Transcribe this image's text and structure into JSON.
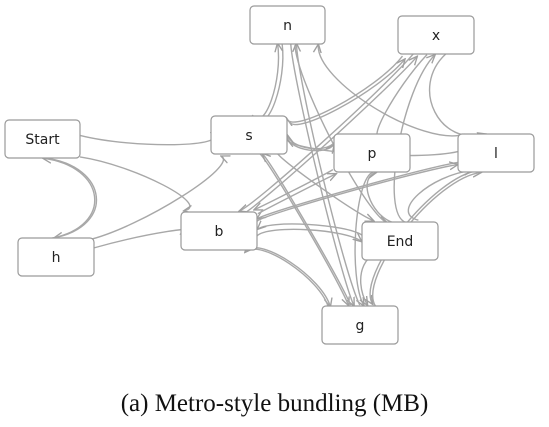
{
  "diagram": {
    "caption": "(a)  Metro-style bundling (MB)",
    "node_color": "#ffffff",
    "border_color": "#9a9a9a",
    "edge_color": "#a8a8a8",
    "nodes": [
      {
        "id": "Start",
        "label": "Start"
      },
      {
        "id": "h",
        "label": "h"
      },
      {
        "id": "n",
        "label": "n"
      },
      {
        "id": "x",
        "label": "x"
      },
      {
        "id": "s",
        "label": "s"
      },
      {
        "id": "p",
        "label": "p"
      },
      {
        "id": "l",
        "label": "l"
      },
      {
        "id": "b",
        "label": "b"
      },
      {
        "id": "End",
        "label": "End"
      },
      {
        "id": "g",
        "label": "g"
      }
    ],
    "edges": [
      {
        "from": "Start",
        "to": "s"
      },
      {
        "from": "Start",
        "to": "b"
      },
      {
        "from": "Start",
        "to": "h"
      },
      {
        "from": "h",
        "to": "Start"
      },
      {
        "from": "h",
        "to": "s"
      },
      {
        "from": "h",
        "to": "b"
      },
      {
        "from": "n",
        "to": "s"
      },
      {
        "from": "s",
        "to": "n"
      },
      {
        "from": "n",
        "to": "g"
      },
      {
        "from": "n",
        "to": "End"
      },
      {
        "from": "x",
        "to": "s"
      },
      {
        "from": "x",
        "to": "p"
      },
      {
        "from": "x",
        "to": "l"
      },
      {
        "from": "x",
        "to": "b"
      },
      {
        "from": "s",
        "to": "x"
      },
      {
        "from": "s",
        "to": "p"
      },
      {
        "from": "s",
        "to": "End"
      },
      {
        "from": "s",
        "to": "g"
      },
      {
        "from": "p",
        "to": "s"
      },
      {
        "from": "p",
        "to": "b"
      },
      {
        "from": "p",
        "to": "g"
      },
      {
        "from": "l",
        "to": "s"
      },
      {
        "from": "l",
        "to": "n"
      },
      {
        "from": "l",
        "to": "b"
      },
      {
        "from": "l",
        "to": "g"
      },
      {
        "from": "b",
        "to": "l"
      },
      {
        "from": "b",
        "to": "p"
      },
      {
        "from": "b",
        "to": "x"
      },
      {
        "from": "b",
        "to": "g"
      },
      {
        "from": "b",
        "to": "End"
      },
      {
        "from": "End",
        "to": "l"
      },
      {
        "from": "End",
        "to": "p"
      },
      {
        "from": "End",
        "to": "b"
      },
      {
        "from": "End",
        "to": "g"
      },
      {
        "from": "End",
        "to": "x"
      },
      {
        "from": "g",
        "to": "l"
      },
      {
        "from": "g",
        "to": "s"
      },
      {
        "from": "g",
        "to": "b"
      },
      {
        "from": "g",
        "to": "n"
      }
    ]
  }
}
